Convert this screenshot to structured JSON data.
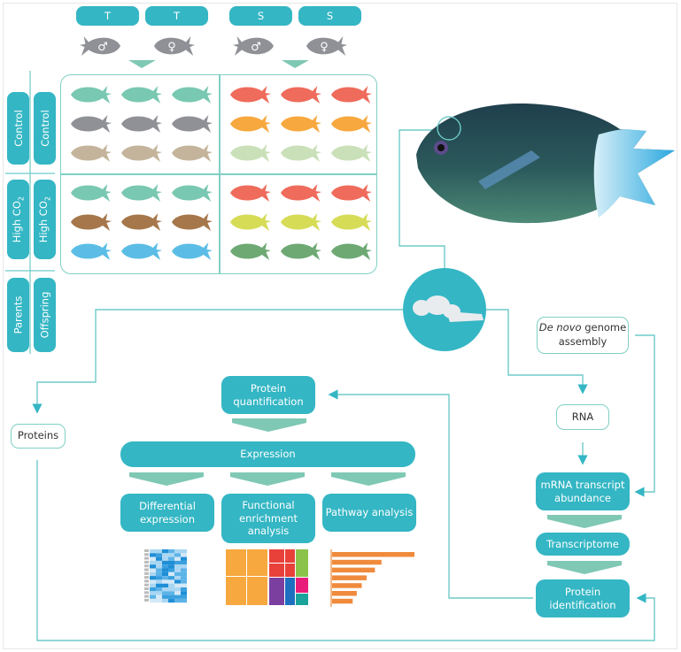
{
  "top_labels": [
    "T",
    "T",
    "S",
    "S"
  ],
  "parent_sex": [
    "♂",
    "♀",
    "♂",
    "♀"
  ],
  "row_labels": {
    "parents": {
      "control": "Control",
      "high_co2": "High CO",
      "high_co2_sub": "2",
      "group": "Parents"
    },
    "offspring": {
      "control": "Control",
      "high_co2": "High CO",
      "high_co2_sub": "2",
      "group": "Offspring"
    }
  },
  "fish_grid": {
    "left_colors": [
      "#79c8b1",
      "#8f9197",
      "#c4b49b",
      "#79c8b1",
      "#a6774a",
      "#5bbde6"
    ],
    "right_colors": [
      "#ef6b5b",
      "#f7a83e",
      "#c9e0b8",
      "#ef6b5b",
      "#d7dc57",
      "#6ea974"
    ]
  },
  "colors": {
    "accent": "#34b6c4",
    "line": "#6fcbc9",
    "arrow_fill": "#7fc8b4"
  },
  "nodes": {
    "de_novo_italic": "De novo",
    "de_novo_rest": " genome",
    "de_novo_line2": "assembly",
    "rna": "RNA",
    "mrna": "mRNA transcript abundance",
    "transcriptome": "Transcriptome",
    "protein_identification": "Protein identification",
    "proteins": "Proteins",
    "protein_quantification": "Protein quantification",
    "expression": "Expression",
    "differential_expression": "Differential expression",
    "functional_enrichment": "Functional enrichment analysis",
    "pathway_analysis": "Pathway analysis"
  },
  "icons": {
    "fish_photo": "damselfish-photo",
    "brain": "brain-icon"
  },
  "mini_charts": {
    "heatmap": {
      "type": "heatmap",
      "rows": 14,
      "cols": 6
    },
    "treemap": {
      "type": "treemap",
      "colors": [
        "#f7a83e",
        "#e8413a",
        "#8bc34a",
        "#7b3fa0",
        "#1e6fbf",
        "#e91e7a",
        "#1aa39a"
      ]
    },
    "bars": {
      "type": "bar",
      "values": [
        100,
        60,
        52,
        42,
        36,
        30,
        25
      ],
      "color": "#f08a3c"
    }
  }
}
